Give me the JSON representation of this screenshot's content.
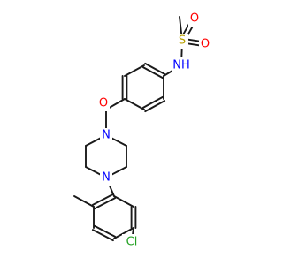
{
  "molecule": {
    "atoms": {
      "S": {
        "text": "S",
        "color": "#b8a000"
      },
      "O1": {
        "text": "O",
        "color": "#ff0000"
      },
      "O2": {
        "text": "O",
        "color": "#ff0000"
      },
      "NH": {
        "text": "NH",
        "color": "#0000ff"
      },
      "O3": {
        "text": "O",
        "color": "#ff0000"
      },
      "N1": {
        "text": "N",
        "color": "#0000ff"
      },
      "N2": {
        "text": "N",
        "color": "#0000ff"
      },
      "Cl": {
        "text": "Cl",
        "color": "#22a022"
      }
    }
  }
}
